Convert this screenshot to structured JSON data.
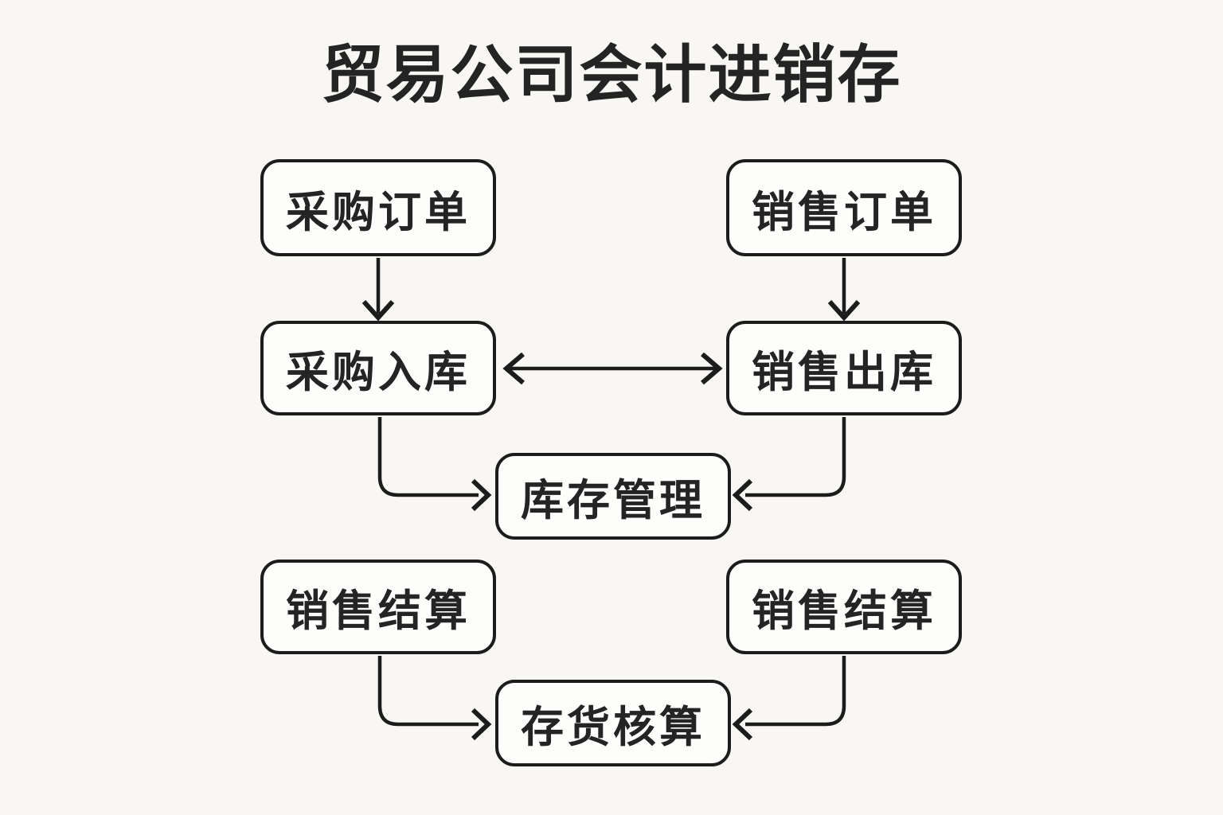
{
  "title": "贸易公司会计进销存",
  "nodes": {
    "purchase_order": {
      "label": "采购订单"
    },
    "sales_order": {
      "label": "销售订单"
    },
    "purchase_inbound": {
      "label": "采购入库"
    },
    "sales_outbound": {
      "label": "销售出库"
    },
    "inventory_management": {
      "label": "库存管理"
    },
    "sales_settlement_left": {
      "label": "销售结算"
    },
    "sales_settlement_right": {
      "label": "销售结算"
    },
    "inventory_accounting": {
      "label": "存货核算"
    }
  },
  "edges": [
    {
      "from": "采购订单",
      "to": "采购入库",
      "style": "straight-down-arrow"
    },
    {
      "from": "销售订单",
      "to": "销售出库",
      "style": "straight-down-arrow"
    },
    {
      "from": "采购入库",
      "to": "销售出库",
      "style": "horizontal-bidirectional-arrow"
    },
    {
      "from": "采购入库",
      "to": "库存管理",
      "style": "elbow-down-right-arrow"
    },
    {
      "from": "销售出库",
      "to": "库存管理",
      "style": "elbow-down-left-arrow"
    },
    {
      "from": "销售结算",
      "to": "存货核算",
      "style": "elbow-down-right-arrow"
    },
    {
      "from": "销售结算",
      "to": "存货核算",
      "style": "elbow-down-left-arrow"
    }
  ],
  "colors": {
    "background": "#f8f7f4",
    "node_fill": "#fdfdfb",
    "line": "#1c1c1c",
    "text": "#242424"
  }
}
